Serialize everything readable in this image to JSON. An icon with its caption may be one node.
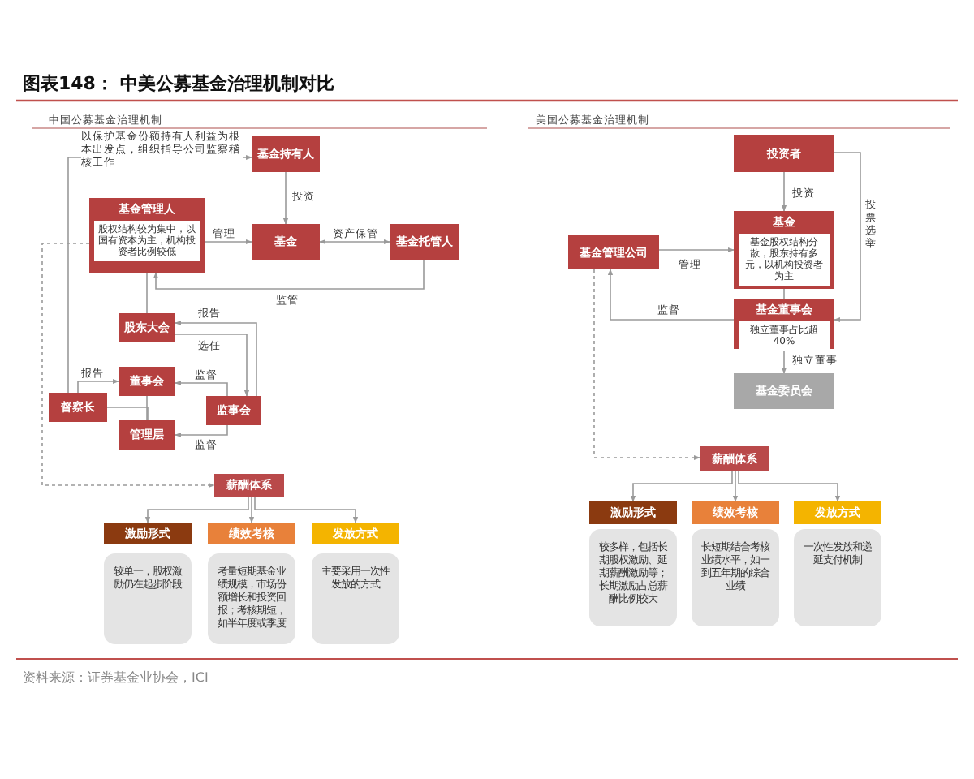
{
  "diagram": {
    "title": "图表148：  中美公募基金治理机制对比",
    "caption": "资料来源：证券基金业协会，ICI",
    "labels": [
      "中国公募基金治理机制",
      "美国公募基金治理机制"
    ],
    "nodes": [
      {
        "text": [
          "基金持有人"
        ]
      },
      {
        "text": [
          "基金管理人",
          "股权结构较为集中，以国有资本为主，机构投资者比例较低"
        ]
      },
      {
        "text": [
          "基金"
        ]
      },
      {
        "text": [
          "基金托管人"
        ]
      },
      {
        "text": [
          "股东大会"
        ]
      },
      {
        "text": [
          "董事会"
        ]
      },
      {
        "text": [
          "督察长"
        ]
      },
      {
        "text": [
          "监事会"
        ]
      },
      {
        "text": [
          "管理层"
        ]
      },
      {
        "text": [
          "薪酬体系"
        ]
      },
      {
        "text": [
          "激励形式"
        ]
      },
      {
        "text": [
          "绩效考核"
        ]
      },
      {
        "text": [
          "发放方式"
        ]
      },
      {
        "text": [
          "较单一，股权激励仍在起步阶段"
        ]
      },
      {
        "text": [
          "考量短期基金业绩规模，市场份额增长和投资回报；考核期短，如半年度或季度"
        ]
      },
      {
        "text": [
          "主要采用一次性发放的方式"
        ]
      },
      {
        "text": [
          "投资者"
        ]
      },
      {
        "text": [
          "基金",
          "基金股权结构分散，股东持有多元，以机构投资者为主"
        ]
      },
      {
        "text": [
          "基金管理公司"
        ]
      },
      {
        "text": [
          "基金董事会",
          "独立董事占比超40%"
        ]
      },
      {
        "text": [
          "基金委员会"
        ]
      },
      {
        "text": [
          "薪酬体系"
        ]
      },
      {
        "text": [
          "激励形式"
        ]
      },
      {
        "text": [
          "绩效考核"
        ]
      },
      {
        "text": [
          "发放方式"
        ]
      },
      {
        "text": [
          "较多样，包括长期股权激励、延期薪酬激励等；长期激励占总薪酬比例较大"
        ]
      },
      {
        "text": [
          "长短期结合考核业绩水平，如一到五年期的综合业绩"
        ]
      },
      {
        "text": [
          "一次性发放和递延支付机制"
        ]
      }
    ],
    "edges": [
      {
        "from": 0,
        "to": 2,
        "arrow": "to",
        "label": "投资"
      },
      {
        "from": 1,
        "to": 2,
        "arrow": "to",
        "label": "管理"
      },
      {
        "from": 2,
        "to": 3,
        "arrow": "both",
        "label": "资产保管"
      },
      {
        "from": 3,
        "to": 1,
        "arrow": "to",
        "label": "监管"
      },
      {
        "from": 1,
        "to": 4,
        "arrow": "none"
      },
      {
        "from": 7,
        "to": 4,
        "arrow": "to",
        "label": "报告"
      },
      {
        "from": 4,
        "to": 7,
        "arrow": "to",
        "label": "选任"
      },
      {
        "from": 7,
        "to": 5,
        "arrow": "to",
        "label": "监督"
      },
      {
        "from": 7,
        "to": 8,
        "arrow": "to",
        "label": "监督"
      },
      {
        "from": 6,
        "to": 5,
        "arrow": "to",
        "label": "报告"
      },
      {
        "from": 6,
        "to": 0,
        "arrow": "to",
        "label": "以保护基金份额持有人利益为根本出发点，组织指导公司监察稽核工作"
      },
      {
        "from": 5,
        "to": 8,
        "arrow": "none"
      },
      {
        "from": 6,
        "to": 8,
        "arrow": "none"
      },
      {
        "from": 1,
        "to": 9,
        "arrow": "to",
        "style": "dashed"
      },
      {
        "from": 9,
        "to": 10,
        "arrow": "to"
      },
      {
        "from": 9,
        "to": 11,
        "arrow": "to"
      },
      {
        "from": 9,
        "to": 12,
        "arrow": "to"
      },
      {
        "from": 16,
        "to": 17,
        "arrow": "to",
        "label": "投资"
      },
      {
        "from": 16,
        "to": 19,
        "arrow": "to",
        "label": "投票选举"
      },
      {
        "from": 18,
        "to": 17,
        "arrow": "to",
        "label": "管理"
      },
      {
        "from": 19,
        "to": 18,
        "arrow": "to",
        "label": "监督"
      },
      {
        "from": 17,
        "to": 19,
        "arrow": "none"
      },
      {
        "from": 19,
        "to": 20,
        "arrow": "to",
        "label": "独立董事"
      },
      {
        "from": 18,
        "to": 21,
        "arrow": "to",
        "style": "dashed"
      },
      {
        "from": 21,
        "to": 22,
        "arrow": "to"
      },
      {
        "from": 21,
        "to": 23,
        "arrow": "to"
      },
      {
        "from": 21,
        "to": 24,
        "arrow": "to"
      }
    ]
  }
}
